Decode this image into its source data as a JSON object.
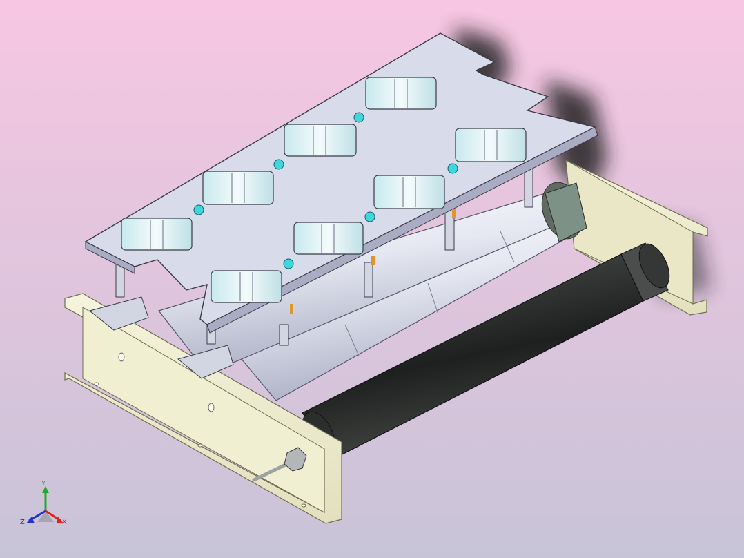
{
  "viewport": {
    "background_top": "#F7C6E2",
    "background_bottom": "#C8C4D8"
  },
  "model": {
    "plate_color": "#D8DBEA",
    "plate_edge": "#3A3A48",
    "window_glass": "#E4F3F5",
    "heater_tube_color": "#E6E8F2",
    "dark_tube_color": "#2E302F",
    "rail_color": "#F0EFCF",
    "screw_color": "#3FD6DC",
    "shadow_color": "#202024"
  },
  "triad": {
    "x_label": "X",
    "y_label": "Y",
    "z_label": "Z",
    "x_color": "#E0201C",
    "y_color": "#22A82A",
    "z_color": "#2430D8"
  }
}
